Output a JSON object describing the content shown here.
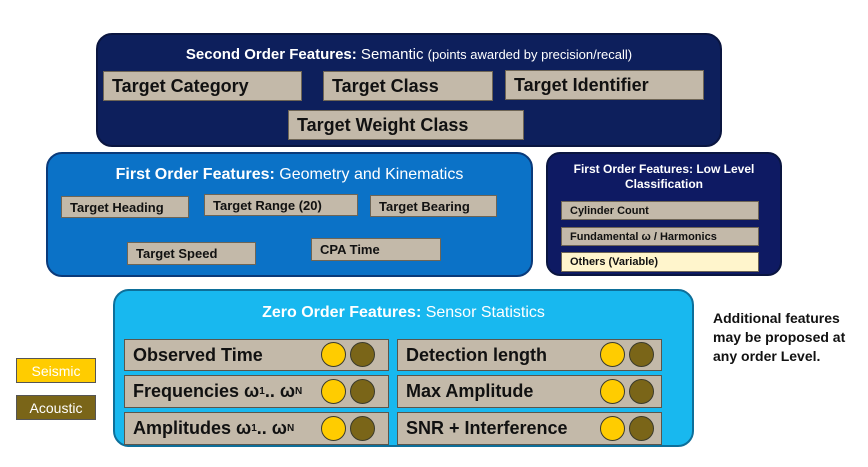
{
  "second_order": {
    "title_bold": "Second Order Features:",
    "title_rest": " Semantic",
    "title_note": "(points awarded by precision/recall)",
    "tags": [
      "Target Category",
      "Target Class",
      "Target Identifier",
      "Target Weight Class"
    ]
  },
  "first_order_geo": {
    "title_bold": "First Order Features:",
    "title_rest": " Geometry and Kinematics",
    "tags": [
      "Target Heading",
      "Target Range (20)",
      "Target Bearing",
      "Target Speed",
      "CPA Time"
    ]
  },
  "first_order_low": {
    "title_line1": "First Order Features: Low Level",
    "title_line2": "Classification",
    "tags": [
      "Cylinder Count",
      "Fundamental ω / Harmonics",
      "Others (Variable)"
    ]
  },
  "zero_order": {
    "title_bold": "Zero Order Features:",
    "title_rest": " Sensor Statistics",
    "left_rows": [
      {
        "label": "Observed Time"
      },
      {
        "label": "Frequencies ω",
        "sub1": "1",
        "mid": ".. ω",
        "sub2": "N"
      },
      {
        "label": "Amplitudes ω",
        "sub1": "1",
        "mid": ".. ω",
        "sub2": "N"
      }
    ],
    "right_rows": [
      "Detection length",
      "Max Amplitude",
      "SNR + Interference"
    ]
  },
  "legend": {
    "seismic": "Seismic",
    "acoustic": "Acoustic"
  },
  "note": {
    "line1": "Additional features",
    "line2": "may be proposed at",
    "line3": "any order Level."
  },
  "colors": {
    "second_panel": "#0d1f5c",
    "first_panel": "#0b72c7",
    "low_panel": "#0e1a63",
    "zero_panel": "#18b8ef",
    "tag": "#c3b9a9",
    "seismic": "#ffcc00",
    "acoustic": "#7a6518",
    "highlight_tag": "#fff5cc"
  }
}
